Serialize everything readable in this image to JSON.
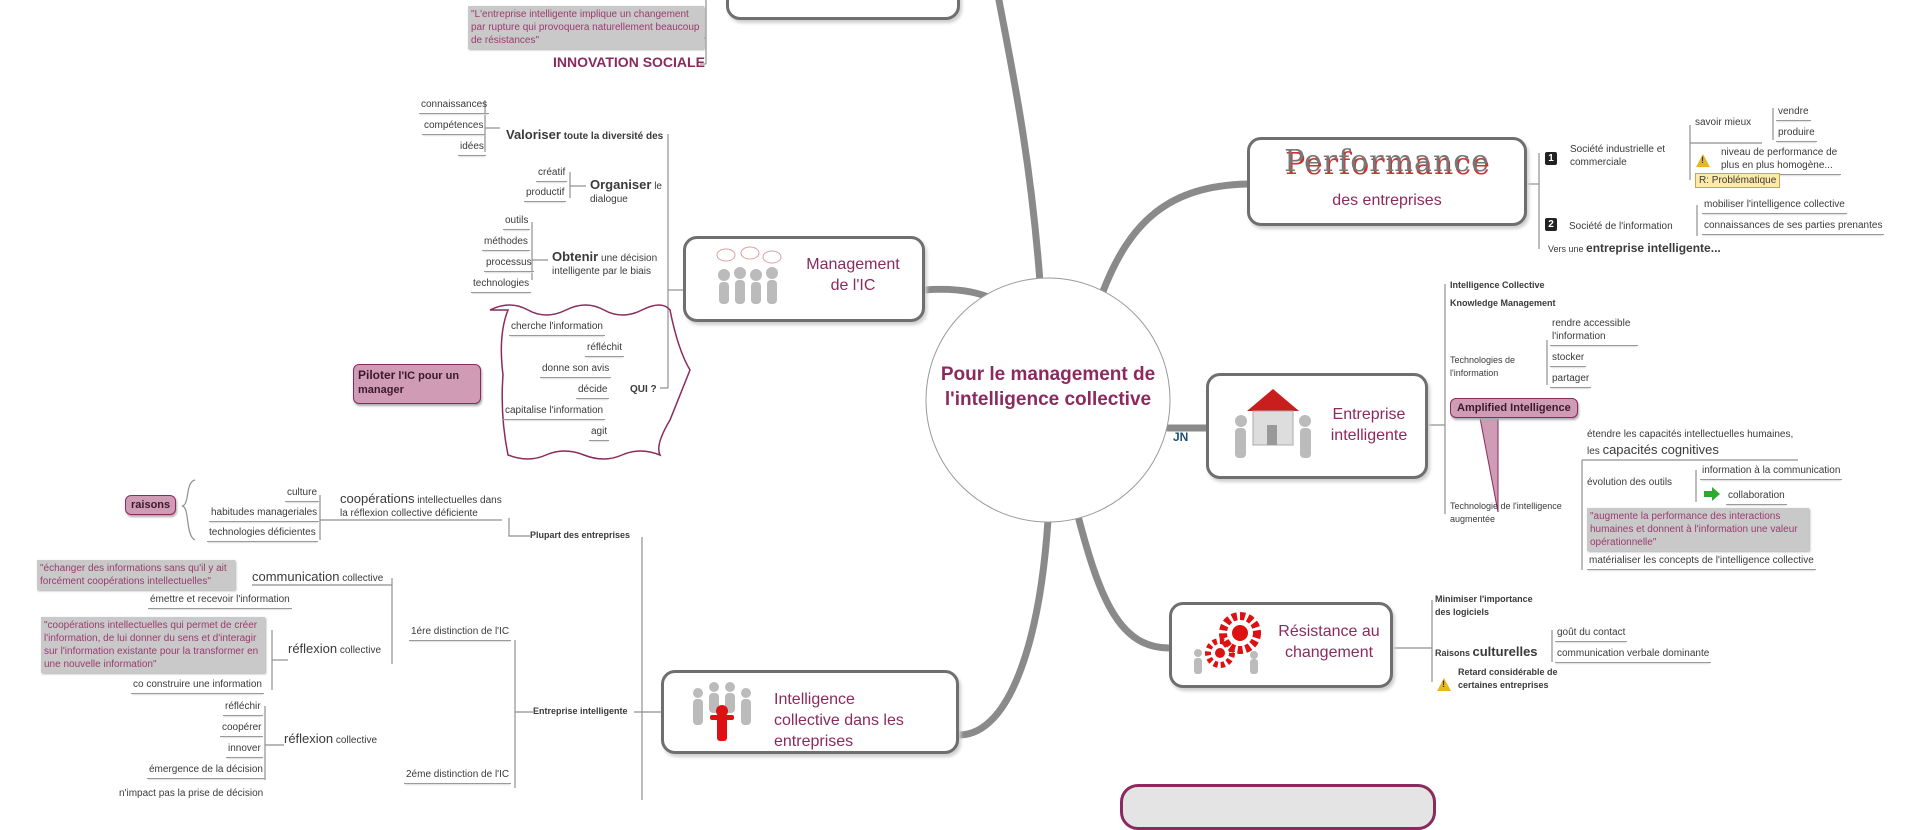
{
  "center": {
    "title": "Pour le management de l'intelligence collective"
  },
  "top_branch": {
    "quote": "\"L'entreprise intelligente implique un changement par rupture qui provoquera naturellement beaucoup de résistances\"",
    "innovation": "INNOVATION SOCIALE"
  },
  "management": {
    "title": "Management de l'IC",
    "valoriser": {
      "strong": "Valoriser",
      "rest": " toute la diversité des",
      "items": [
        "connaissances",
        "compétences",
        "idées"
      ]
    },
    "organiser": {
      "strong": "Organiser",
      "rest": " le dialogue",
      "items": [
        "créatif",
        "productif"
      ]
    },
    "obtenir": {
      "strong": "Obtenir",
      "rest": " une décision intelligente par le biais",
      "items": [
        "outils",
        "méthodes",
        "processus",
        "technologies"
      ]
    },
    "qui": {
      "label": "QUI ?",
      "items": [
        "cherche l'information",
        "réfléchit",
        "donne son avis",
        "décide",
        "capitalise l'information",
        "agit"
      ]
    },
    "piloter": {
      "strong": "Piloter",
      "rest": " l'IC pour un manager"
    }
  },
  "intelligence_collective": {
    "title": "Intelligence collective dans les entreprises",
    "raisons": "raisons",
    "raisons_items": [
      "culture",
      "habitudes manageriales",
      "technologies déficientes"
    ],
    "cooperations": {
      "big": "coopérations",
      "rest": " intellectuelles dans la réflexion collective déficiente"
    },
    "plupart": "Plupart des entreprises",
    "entreprise_intelligente": "Entreprise intelligente",
    "distinction1": "1ére distinction de l'IC",
    "communication": {
      "big": "communication",
      "rest": " collective"
    },
    "quote_echanger": "\"échanger des informations sans qu'il y ait forcément coopérations intellectuelles\"",
    "emettre": "émettre et recevoir l'information",
    "reflexion1": {
      "big": "réflexion",
      "rest": " collective"
    },
    "quote_cooperations": "\"coopérations intellectuelles qui permet de créer l'information, de lui donner du sens et d'interagir sur l'information existante pour la transformer en une nouvelle information\"",
    "co_construire": "co construire une information",
    "distinction2": "2éme distinction de l'IC",
    "reflexion2": {
      "big": "réflexion",
      "rest": " collective"
    },
    "reflexion2_items": [
      "réfléchir",
      "coopérer",
      "innover",
      "émergence de la décision"
    ],
    "no_impact": "n'impact pas la prise de décision"
  },
  "performance": {
    "logo_text": "Performance",
    "subtitle": "des entreprises",
    "societe1": {
      "badge": "1",
      "label": "Société industrielle et commerciale"
    },
    "savoir_mieux": "savoir mieux",
    "savoir_items": [
      "vendre",
      "produire"
    ],
    "niveau": "niveau de performance de plus en plus homogène...",
    "problematique": "R: Problématique",
    "societe2": {
      "badge": "2",
      "label": "Société de l'information"
    },
    "societe2_items": [
      "mobiliser l'intelligence collective",
      "connaissances de ses parties prenantes"
    ],
    "vers": {
      "small": "Vers une ",
      "big": "entreprise intelligente..."
    }
  },
  "entreprise": {
    "title": "Entreprise intelligente",
    "jn_icon": "JN",
    "ic": "Intelligence Collective",
    "km": "Knowledge Management",
    "techno_info": "Technologies de l'information",
    "techno_items": [
      "rendre accessible l'information",
      "stocker",
      "partager"
    ],
    "amplified": "Amplified Intelligence",
    "techno_aug": "Technologie de l'intelligence augmentée",
    "etendre": {
      "line1": "étendre les capacités intellectuelles humaines,",
      "small": "les ",
      "big": "capacités cognitives"
    },
    "evolution": "évolution des outils",
    "evolution_items": [
      "information à la communication",
      "collaboration"
    ],
    "quote": "\"augmente la performance des interactions humaines et donnent à l'information une valeur opérationnelle\"",
    "materialiser": "matérialiser les concepts de l'intelligence collective"
  },
  "resistance": {
    "title": "Résistance au changement",
    "minimiser": "Minimiser l'importance des logiciels",
    "raisons": {
      "small": "Raisons ",
      "big": "culturelles"
    },
    "raisons_items": [
      "goût du contact",
      "communication verbale dominante"
    ],
    "retard": "Retard considérable de certaines entreprises"
  },
  "colors": {
    "accent": "#8b2a5e",
    "branch": "#8a8a8a",
    "quote_bg": "#c9c9c9",
    "pink": "#cf9bb5"
  }
}
